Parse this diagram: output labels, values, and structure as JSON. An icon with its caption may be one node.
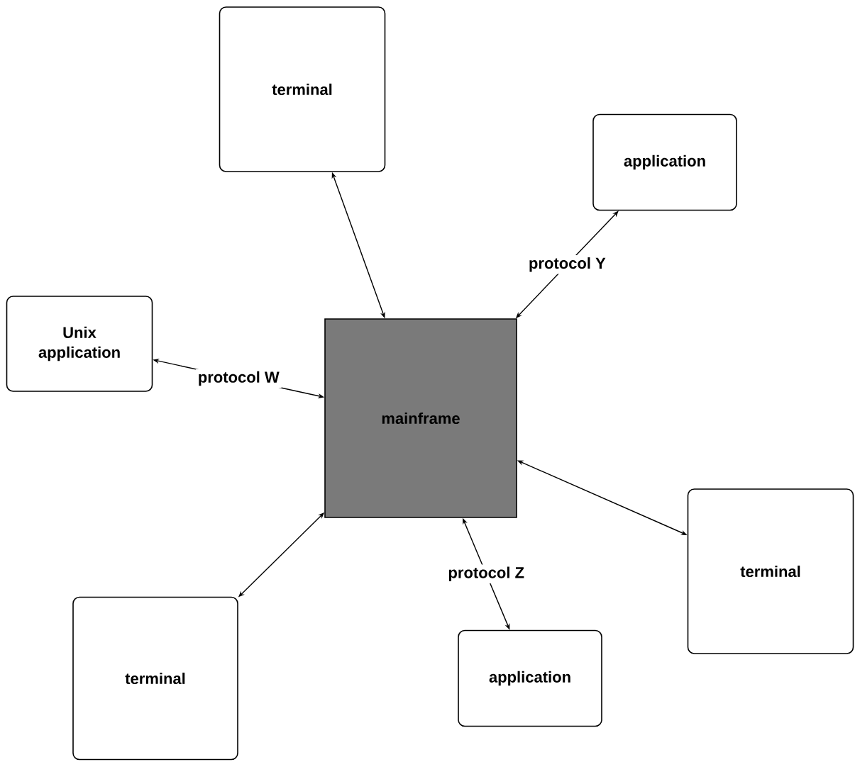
{
  "diagram": {
    "nodes": [
      {
        "text": [
          "terminal"
        ]
      },
      {
        "text": [
          "application"
        ]
      },
      {
        "text": [
          "Unix application"
        ]
      },
      {
        "text": [
          "mainframe"
        ]
      },
      {
        "text": [
          "terminal"
        ]
      },
      {
        "text": [
          "terminal"
        ]
      },
      {
        "text": [
          "application"
        ]
      }
    ],
    "edges": [
      {
        "from": 0,
        "to": 3,
        "arrow": "both"
      },
      {
        "from": 1,
        "to": 3,
        "arrow": "both",
        "label": "protocol Y"
      },
      {
        "from": 3,
        "to": 2,
        "arrow": "both",
        "label": "protocol W"
      },
      {
        "from": 3,
        "to": 4,
        "arrow": "both"
      },
      {
        "from": 3,
        "to": 5,
        "arrow": "both"
      },
      {
        "from": 3,
        "to": 6,
        "arrow": "both",
        "label": "protocol Z"
      }
    ]
  }
}
